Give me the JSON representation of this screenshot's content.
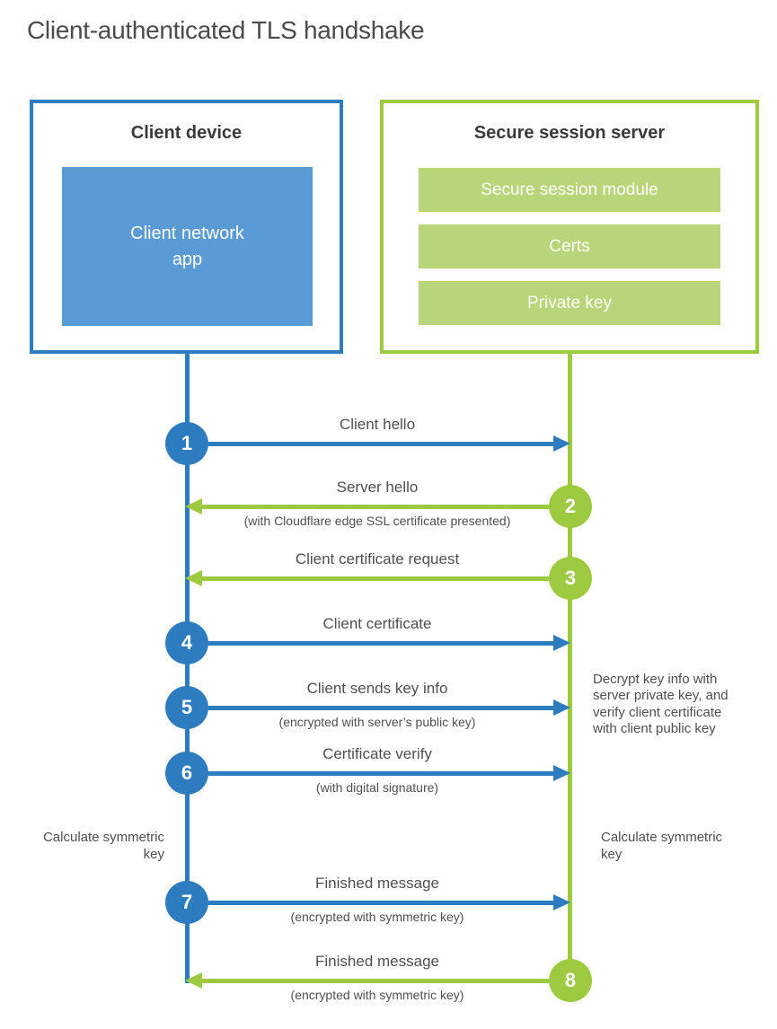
{
  "title": "Client-authenticated TLS handshake",
  "colors": {
    "blue": "#2e7cc0",
    "light_blue": "#5b9bd5",
    "green": "#9dca40",
    "light_green": "#b8d679",
    "heading_gray": "#4b4b4b",
    "box_title_gray": "#3a3a3a",
    "label_gray": "#4f4f4f"
  },
  "client_box": {
    "title": "Client device",
    "inner_label": "Client network app"
  },
  "server_box": {
    "title": "Secure session server",
    "modules": [
      "Secure session module",
      "Certs",
      "Private key"
    ]
  },
  "messages": [
    {
      "num": "1",
      "label": "Client hello",
      "sublabel": "",
      "direction": "client-to-server"
    },
    {
      "num": "2",
      "label": "Server hello",
      "sublabel": "(with Cloudflare edge SSL certificate presented)",
      "direction": "server-to-client"
    },
    {
      "num": "3",
      "label": "Client certificate request",
      "sublabel": "",
      "direction": "server-to-client"
    },
    {
      "num": "4",
      "label": "Client certificate",
      "sublabel": "",
      "direction": "client-to-server"
    },
    {
      "num": "5",
      "label": "Client sends key info",
      "sublabel": "(encrypted with server’s public key)",
      "direction": "client-to-server"
    },
    {
      "num": "6",
      "label": "Certificate verify",
      "sublabel": "(with digital signature)",
      "direction": "client-to-server"
    },
    {
      "num": "7",
      "label": "Finished message",
      "sublabel": "(encrypted with symmetric key)",
      "direction": "client-to-server"
    },
    {
      "num": "8",
      "label": "Finished message",
      "sublabel": "(encrypted with symmetric key)",
      "direction": "server-to-client"
    }
  ],
  "annotations": {
    "decrypt_note_lines": [
      "Decrypt key info with",
      "server private key, and",
      "verify client certificate",
      "with client public key"
    ],
    "calculate_left": "Calculate symmetric key",
    "calculate_right": "Calculate symmetric key"
  }
}
